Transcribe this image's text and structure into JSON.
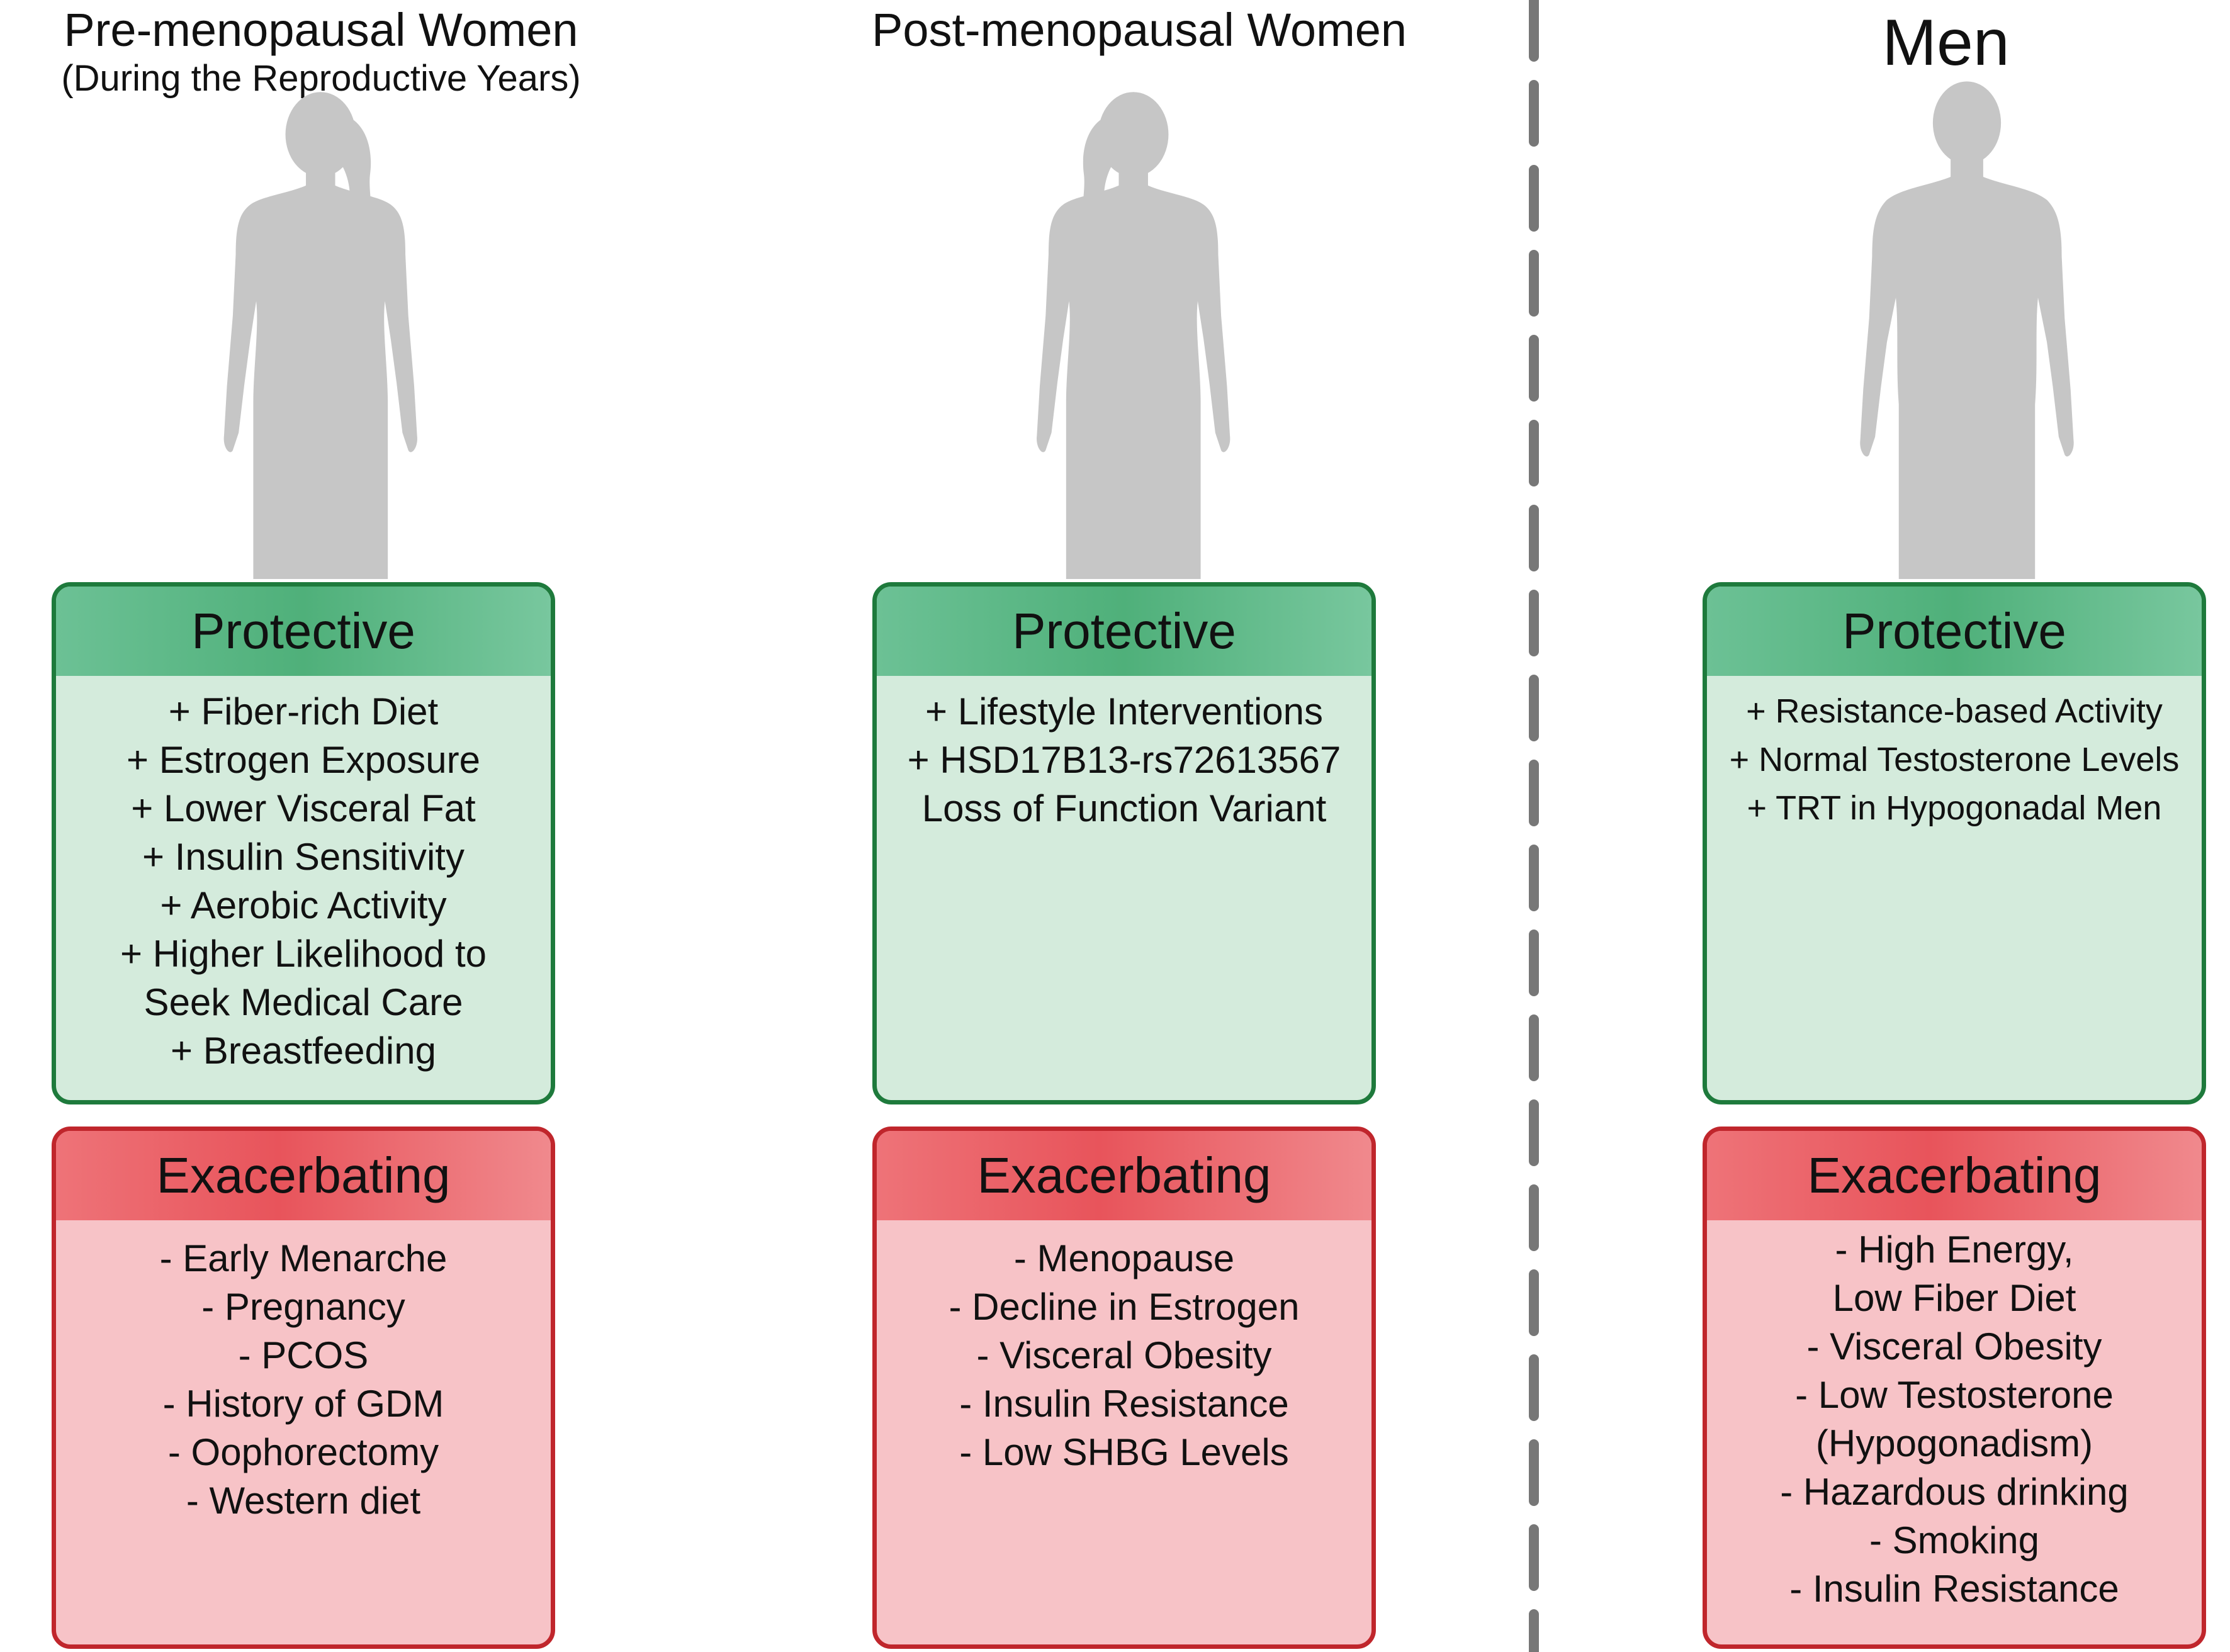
{
  "columns": {
    "pre": {
      "title": "Pre-menopausal Women",
      "subtitle": "(During the Reproductive Years)",
      "figure_icon": "female-silhouette-icon",
      "protective": {
        "heading": "Protective",
        "items": [
          "+ Fiber-rich Diet",
          "+ Estrogen Exposure",
          "+ Lower Visceral Fat",
          "+ Insulin Sensitivity",
          "+ Aerobic Activity",
          "+ Higher Likelihood to",
          "Seek Medical Care",
          "+ Breastfeeding"
        ]
      },
      "exacerbating": {
        "heading": "Exacerbating",
        "items": [
          "- Early Menarche",
          "- Pregnancy",
          "- PCOS",
          "- History of GDM",
          "- Oophorectomy",
          "- Western diet"
        ]
      }
    },
    "post": {
      "title": "Post-menopausal Women",
      "figure_icon": "female-silhouette-icon",
      "protective": {
        "heading": "Protective",
        "items": [
          "+ Lifestyle Interventions",
          "+ HSD17B13-rs72613567",
          "Loss of Function Variant"
        ]
      },
      "exacerbating": {
        "heading": "Exacerbating",
        "items": [
          "- Menopause",
          "- Decline in Estrogen",
          "- Visceral Obesity",
          "- Insulin Resistance",
          "- Low SHBG Levels"
        ]
      }
    },
    "men": {
      "title": "Men",
      "figure_icon": "male-silhouette-icon",
      "protective": {
        "heading": "Protective",
        "items": [
          "+ Resistance-based Activity",
          "+ Normal Testosterone Levels",
          "+ TRT in Hypogonadal Men"
        ]
      },
      "exacerbating": {
        "heading": "Exacerbating",
        "items": [
          "- High Energy,",
          "Low Fiber Diet",
          "- Visceral Obesity",
          "- Low Testosterone",
          "(Hypogonadism)",
          "- Hazardous drinking",
          "- Smoking",
          "- Insulin Resistance"
        ]
      }
    }
  },
  "colors": {
    "protective_border": "#1e7a3c",
    "protective_fill": "#d4ebdc",
    "protective_header": "#4fb07a",
    "exacerbating_border": "#c0262c",
    "exacerbating_fill": "#f7c3c7",
    "exacerbating_header": "#e8545b",
    "silhouette": "#c6c6c6",
    "divider": "#777777"
  }
}
